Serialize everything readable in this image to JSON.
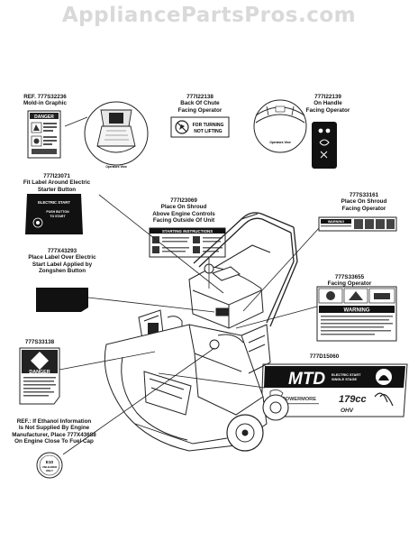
{
  "watermark": "AppliancePartsPros.com",
  "callouts": [
    {
      "id": "c1",
      "lines": [
        "REF. 777S32236",
        "Mold-in Graphic"
      ]
    },
    {
      "id": "c2",
      "lines": [
        "777I22138",
        "Back Of Chute",
        "Facing Operator"
      ]
    },
    {
      "id": "c3",
      "lines": [
        "777I22139",
        "On Handle",
        "Facing Operator"
      ]
    },
    {
      "id": "c4",
      "lines": [
        "777I23071",
        "Fit Label Around Electric",
        "Starter Button"
      ]
    },
    {
      "id": "c5",
      "lines": [
        "777I23069",
        "Place On Shroud",
        "Above Engine Controls",
        "Facing Outside Of Unit"
      ]
    },
    {
      "id": "c6",
      "lines": [
        "777S33161",
        "Place On Shroud",
        "Facing Operator"
      ]
    },
    {
      "id": "c7",
      "lines": [
        "777X43293",
        "Place Label Over Electric",
        "Start Label Applied by",
        "Zongshen Button"
      ]
    },
    {
      "id": "c8",
      "lines": [
        "777S33655",
        "Facing Operator"
      ]
    },
    {
      "id": "c9",
      "lines": [
        "777S33138"
      ]
    },
    {
      "id": "c10",
      "lines": [
        "777D15060"
      ]
    },
    {
      "id": "c11",
      "lines": [
        "REF.: If Ethanol Information",
        "Is Not Supplied By Engine",
        "Manufacturer, Place 777X43688",
        "On Engine Close To Fuel Cap"
      ]
    }
  ],
  "decals": {
    "danger_small": "DANGER",
    "chute_warning": [
      "FOR TURNING",
      "NOT LIFTING"
    ],
    "operator_view_1": "Operators View",
    "operator_view_2": "Operators View",
    "electric_start": [
      "ELECTRIC START",
      "PUSH BUTTON",
      "TO START"
    ],
    "starting_instructions": "STARTING INSTRUCTIONS",
    "shroud_warning": "WARNING",
    "facing_warning": "WARNING",
    "danger_large": "DANGER",
    "mtd_brand": "MTD",
    "mtd_electric": [
      "ELECTRIC START",
      "SINGLE STAGE"
    ],
    "powermore": "POWERMORE",
    "engine_cc": "179cc",
    "engine_type": "OHV",
    "ethanol_badge": [
      "E10",
      "UNLEADED",
      "ONLY"
    ]
  }
}
